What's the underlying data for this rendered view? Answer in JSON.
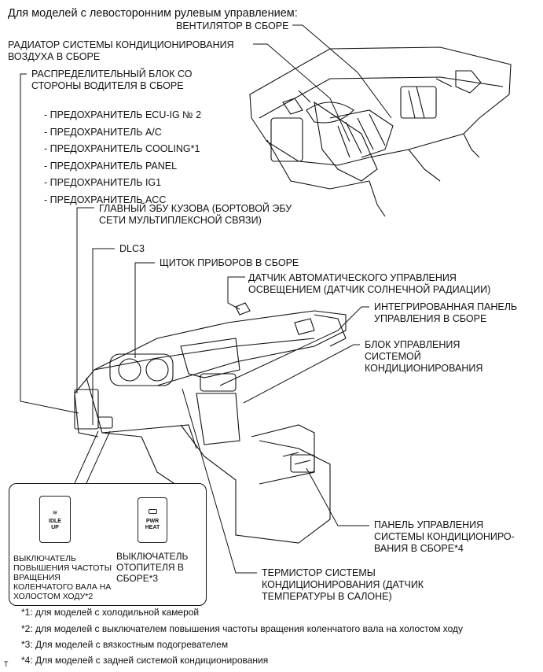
{
  "heading": "Для моделей с левосторонним рулевым управлением:",
  "labels": {
    "fan": "ВЕНТИЛЯТОР В СБОРЕ",
    "radiator": [
      "РАДИАТОР СИСТЕМЫ КОНДИЦИОНИРОВАНИЯ",
      "ВОЗДУХА В СБОРЕ"
    ],
    "junction_block": [
      "РАСПРЕДЕЛИТЕЛЬНЫЙ БЛОК СО",
      "СТОРОНЫ ВОДИТЕЛЯ В СБОРЕ"
    ],
    "fuses": [
      "- ПРЕДОХРАНИТЕЛЬ ECU-IG № 2",
      "- ПРЕДОХРАНИТЕЛЬ A/C",
      "- ПРЕДОХРАНИТЕЛЬ COOLING*1",
      "- ПРЕДОХРАНИТЕЛЬ PANEL",
      "- ПРЕДОХРАНИТЕЛЬ IG1",
      "- ПРЕДОХРАНИТЕЛЬ ACC"
    ],
    "main_body_ecu": [
      "ГЛАВНЫЙ ЭБУ КУЗОВА (БОРТОВОЙ ЭБУ",
      "СЕТИ МУЛЬТИПЛЕКСНОЙ СВЯЗИ)"
    ],
    "dlc3": "DLC3",
    "combination_meter": "ЩИТОК ПРИБОРОВ В СБОРЕ",
    "light_sensor": [
      "ДАТЧИК АВТОМАТИЧЕСКОГО УПРАВЛЕНИЯ",
      "ОСВЕЩЕНИЕМ (ДАТЧИК СОЛНЕЧНОЙ РАДИАЦИИ)"
    ],
    "integrated_panel": [
      "ИНТЕГРИРОВАННАЯ ПАНЕЛЬ",
      "УПРАВЛЕНИЯ В СБОРЕ"
    ],
    "ac_control_unit": [
      "БЛОК УПРАВЛЕНИЯ",
      "СИСТЕМОЙ",
      "КОНДИЦИОНИРОВАНИЯ"
    ],
    "rear_ac_panel": [
      "ПАНЕЛЬ УПРАВЛЕНИЯ",
      "СИСТЕМЫ КОНДИЦИОНИРО-",
      "ВАНИЯ В СБОРЕ*4"
    ],
    "thermistor": [
      "ТЕРМИСТОР СИСТЕМЫ",
      "КОНДИЦИОНИРОВАНИЯ (ДАТЧИК",
      "ТЕМПЕРАТУРЫ В САЛОНЕ)"
    ],
    "idle_up_switch": [
      "ВЫКЛЮЧАТЕЛЬ",
      "ПОВЫШЕНИЯ ЧАСТОТЫ",
      "ВРАЩЕНИЯ",
      "КОЛЕНЧАТОГО ВАЛА НА",
      "ХОЛОСТОМ ХОДУ*2"
    ],
    "heater_switch": [
      "ВЫКЛЮЧАТЕЛЬ",
      "ОТОПИТЕЛЯ В",
      "СБОРЕ*3"
    ]
  },
  "switch_buttons": {
    "idle_up": [
      "IDLE",
      "UP"
    ],
    "pwr_heat": [
      "PWR",
      "HEAT"
    ]
  },
  "footnotes": [
    "*1: для моделей с холодильной камерой",
    "*2: для моделей с выключателем повышения частоты вращения коленчатого вала на холостом ходу",
    "*3: Для моделей с вязкостным подогревателем",
    "*4: Для моделей с задней системой кондиционирования"
  ],
  "corner_mark": "T"
}
